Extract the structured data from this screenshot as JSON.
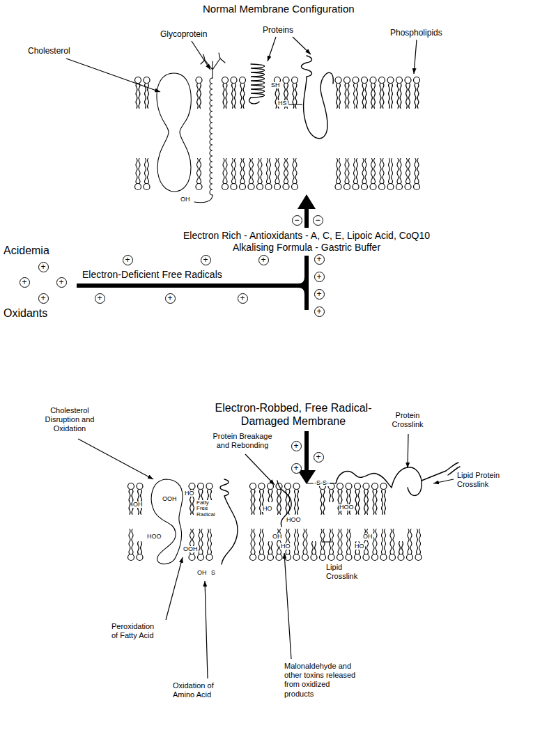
{
  "diagram": {
    "title": "Normal Membrane Configuration",
    "labels": [
      "Glycoprotein",
      "Proteins",
      "Cholesterol",
      "Phospholipids",
      "SH",
      "HS",
      "OH",
      "−",
      "−",
      "Electron Rich - Antioxidants - A, C, E, Lipoic Acid, CoQ10",
      "Alkalising Formula - Gastric Buffer",
      "Acidemia",
      "+",
      "+",
      "+",
      "+",
      "Oxidants",
      "Electron-Deficient Free Radicals",
      "+",
      "+",
      "+",
      "+",
      "+",
      "+",
      "+",
      "+",
      "+",
      "+",
      "Electron-Robbed, Free Radical-Damaged Membrane",
      "+",
      "+",
      "+",
      "Cholesterol Disruption and Oxidation",
      "Protein Breakage and Rebonding",
      "Protein Crosslink",
      "Lipid Protein Crosslink",
      "Fatty Free Radical",
      "Peroxidation of Fatty Acid",
      "Oxidation of Amino Acid",
      "Lipid Crosslink",
      "Malonaldehyde and other toxins released from oxidized products",
      "OH",
      "HO",
      "OOH",
      "HOO",
      "OOH",
      "HO",
      "HOO",
      "HOO",
      "OH",
      "HO",
      "OH",
      "HO",
      "-S-S-",
      "OH",
      "S"
    ]
  }
}
